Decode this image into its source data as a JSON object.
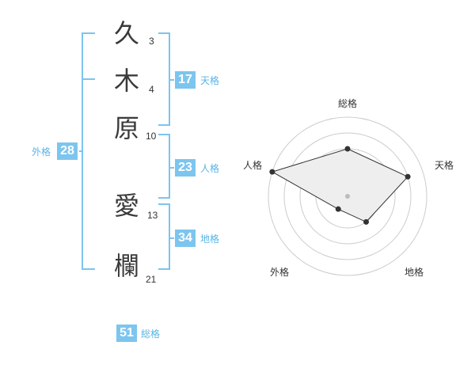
{
  "name": {
    "chars": [
      {
        "char": "久",
        "strokes": "3"
      },
      {
        "char": "木",
        "strokes": "4"
      },
      {
        "char": "原",
        "strokes": "10"
      },
      {
        "char": "愛",
        "strokes": "13"
      },
      {
        "char": "欄",
        "strokes": "21"
      }
    ]
  },
  "fortunes": {
    "tenkaku": {
      "value": "17",
      "label": "天格"
    },
    "jinkaku": {
      "value": "23",
      "label": "人格"
    },
    "chikaku": {
      "value": "34",
      "label": "地格"
    },
    "gaikaku": {
      "value": "28",
      "label": "外格"
    },
    "soukaku": {
      "value": "51",
      "label": "総格"
    }
  },
  "accent_color": "#7cc5ee",
  "chart_data": {
    "type": "radar",
    "axes": [
      "総格",
      "天格",
      "地格",
      "外格",
      "人格"
    ],
    "values": [
      3,
      4,
      2,
      1,
      5
    ],
    "range": [
      0,
      5
    ],
    "rings": 5
  }
}
